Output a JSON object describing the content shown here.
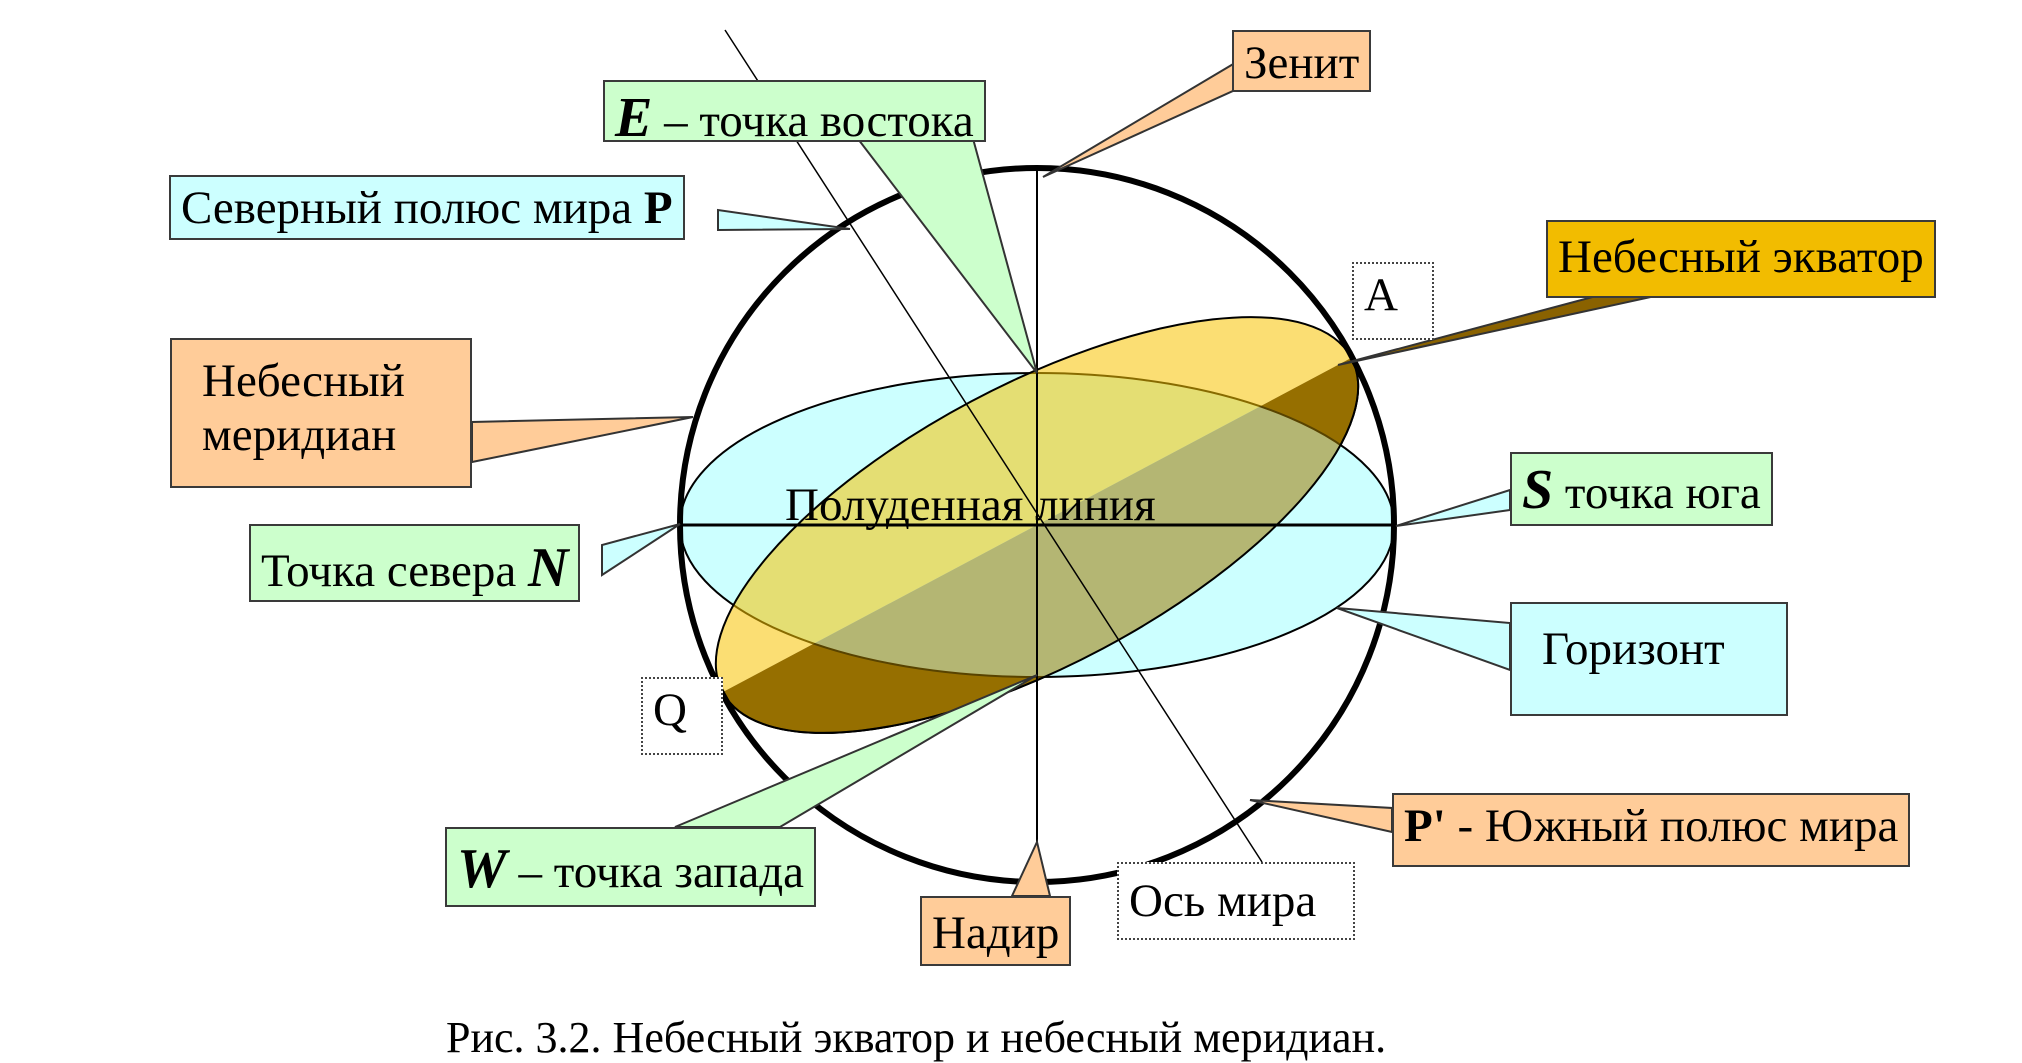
{
  "labels": {
    "zenith": "Зенит",
    "east_letter": "E",
    "east_text": " – точка востока",
    "north_pole_text": "Северный полюс мира ",
    "north_pole_letter": "P",
    "equator": "Небесный экватор",
    "point_a": "А",
    "meridian_line1": "Небесный",
    "meridian_line2": "меридиан",
    "noon_line": "Полуденная   линия",
    "south_letter": "S",
    "south_text": " точка юга",
    "north_text": "Точка севера ",
    "north_letter": "N",
    "horizon": "Горизонт",
    "point_q": "Q",
    "south_pole_letter": "P'",
    "south_pole_text": " - Южный полюс мира",
    "west_letter": "W",
    "west_text": " – точка запада",
    "nadir": "Надир",
    "axis": "Ось мира"
  },
  "caption": "Рис. 3.2. Небесный экватор и небесный меридиан.",
  "colors": {
    "equator_fill": "#f7c300",
    "equator_dark": "#8a6200",
    "horizon_fill": "#ccffff",
    "label_green": "#ccffcc",
    "label_blue": "#ccffff",
    "label_peach": "#ffcc99",
    "label_gold": "#f2bc00"
  }
}
